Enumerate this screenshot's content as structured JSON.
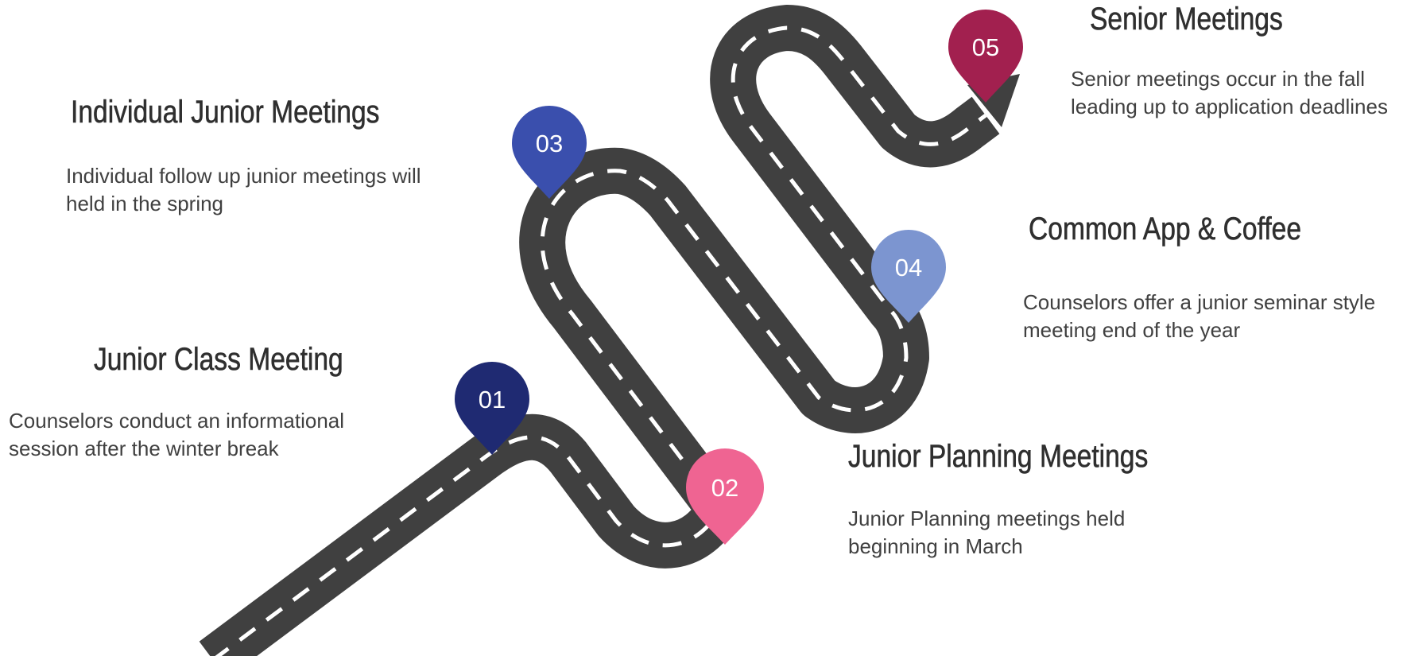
{
  "colors": {
    "road": "#404040",
    "lane_marking": "#ffffff",
    "pin_01": "#1f2a72",
    "pin_02": "#ef6492",
    "pin_03": "#3a4fad",
    "pin_04": "#7c95d0",
    "pin_05": "#a2204f"
  },
  "steps": [
    {
      "number": "01",
      "title": "Junior Class Meeting",
      "description": "Counselors conduct an informational session after the winter break"
    },
    {
      "number": "02",
      "title": "Junior Planning Meetings",
      "description": "Junior Planning meetings held beginning in March"
    },
    {
      "number": "03",
      "title": "Individual Junior Meetings",
      "description": "Individual follow up junior meetings will held in the spring"
    },
    {
      "number": "04",
      "title": "Common App & Coffee",
      "description": "Counselors offer a junior seminar style meeting end of the year"
    },
    {
      "number": "05",
      "title": "Senior Meetings",
      "description": "Senior meetings occur in the fall leading up to application deadlines"
    }
  ]
}
